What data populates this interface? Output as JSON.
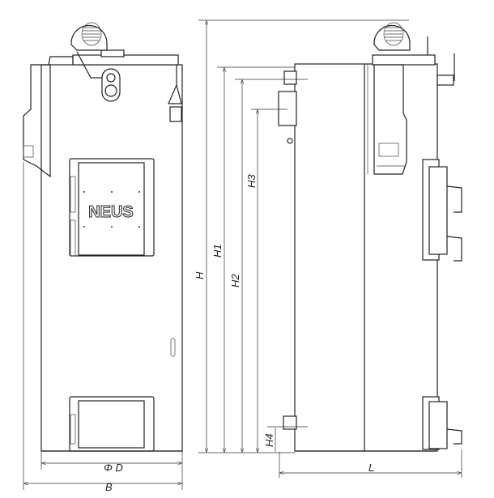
{
  "logo_text": "NEUS",
  "dimensions": {
    "height_total": "H",
    "height_1": "H1",
    "height_2": "H2",
    "height_3": "H3",
    "height_4": "H4",
    "diameter": "Φ D",
    "width": "B",
    "length": "L"
  }
}
